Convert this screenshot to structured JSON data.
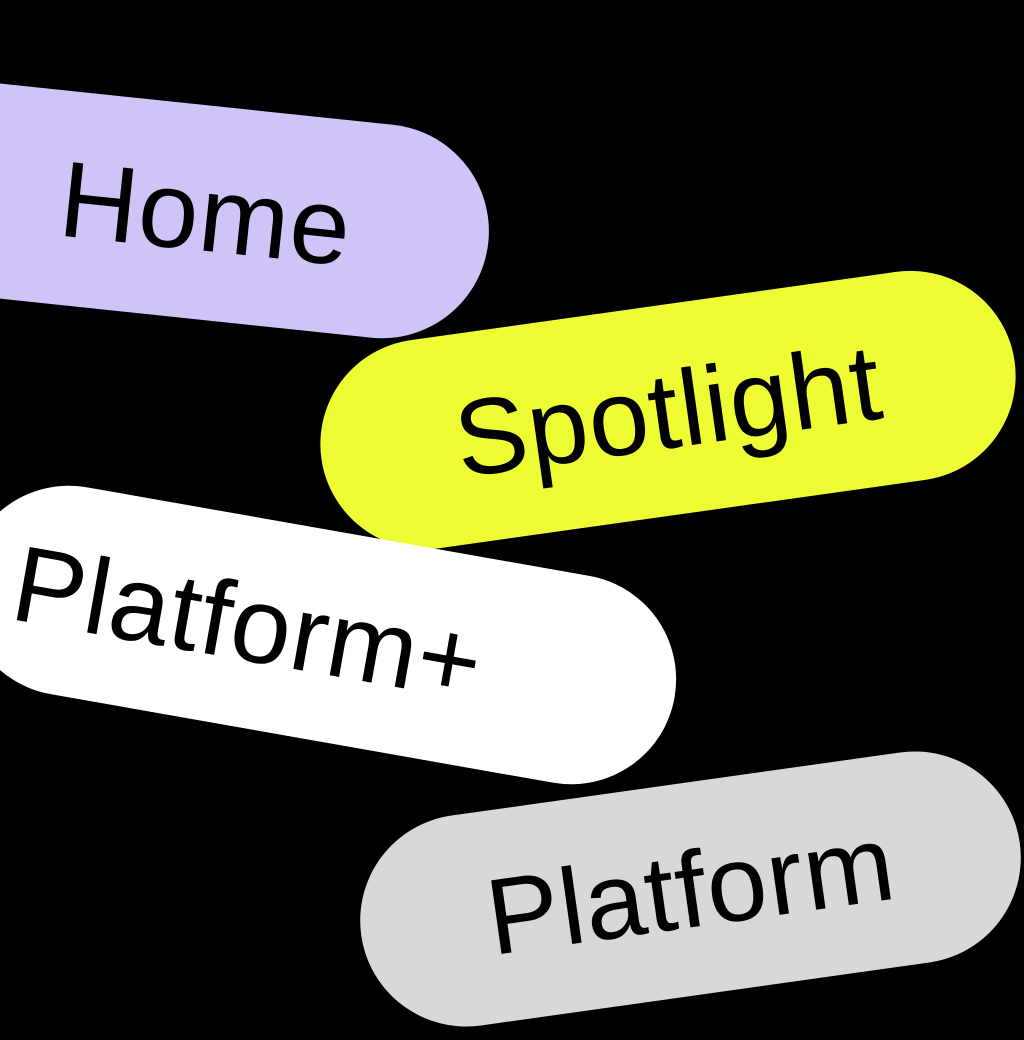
{
  "pills": [
    {
      "label": "Home",
      "color": "#cfc3f8"
    },
    {
      "label": "Spotlight",
      "color": "#eefd33"
    },
    {
      "label": "Platform+",
      "color": "#ffffff"
    },
    {
      "label": "Platform",
      "color": "#d8d8d8"
    }
  ]
}
